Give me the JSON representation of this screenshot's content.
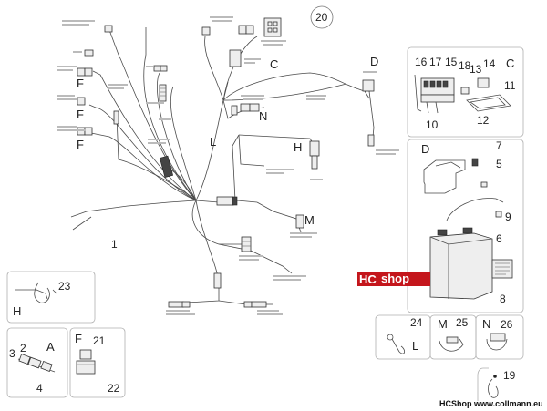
{
  "parts": {
    "p1": "1",
    "p2": "2",
    "p3": "3",
    "p4": "4",
    "p5": "5",
    "p6": "6",
    "p7": "7",
    "p8": "8",
    "p9": "9",
    "p10": "10",
    "p11": "11",
    "p12": "12",
    "p13": "13",
    "p14": "14",
    "p15": "15",
    "p16": "16",
    "p17": "17",
    "p18": "18",
    "p19": "19",
    "p20": "20",
    "p21": "21",
    "p22": "22",
    "p23": "23",
    "p24": "24",
    "p25": "25",
    "p26": "26"
  },
  "letters": {
    "A": "A",
    "C": "C",
    "D": "D",
    "F": "F",
    "H": "H",
    "L": "L",
    "M": "M",
    "N": "N"
  },
  "watermark": {
    "hc": "HC",
    "shop": "shop"
  },
  "footer": "HCShop www.collmann.eu",
  "colors": {
    "watermark_red": "#c4161c",
    "line": "#4a4a4a"
  }
}
